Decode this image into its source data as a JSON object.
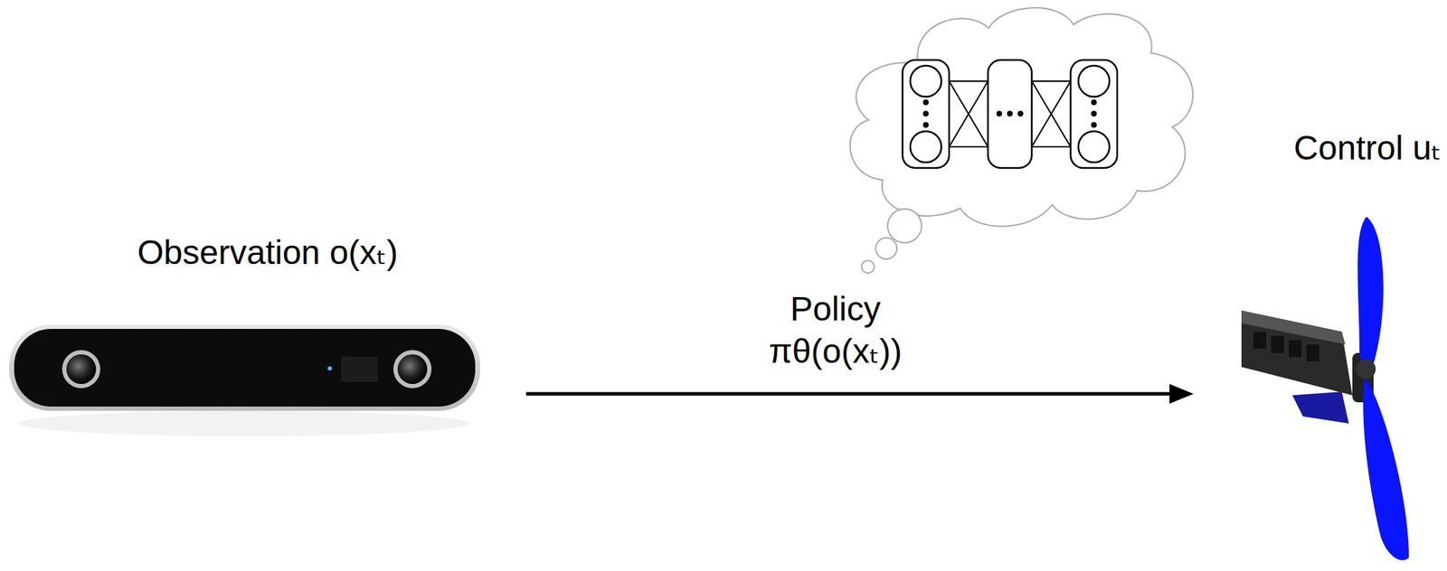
{
  "diagram": {
    "nodes": [
      {
        "text": [
          "Observation o(xₜ)"
        ]
      },
      {
        "text": [
          "Control uₜ"
        ]
      }
    ],
    "edges": [
      {
        "from": 0,
        "to": 1,
        "arrow": "to",
        "label": "Policy πθ(o(xₜ))"
      }
    ]
  }
}
